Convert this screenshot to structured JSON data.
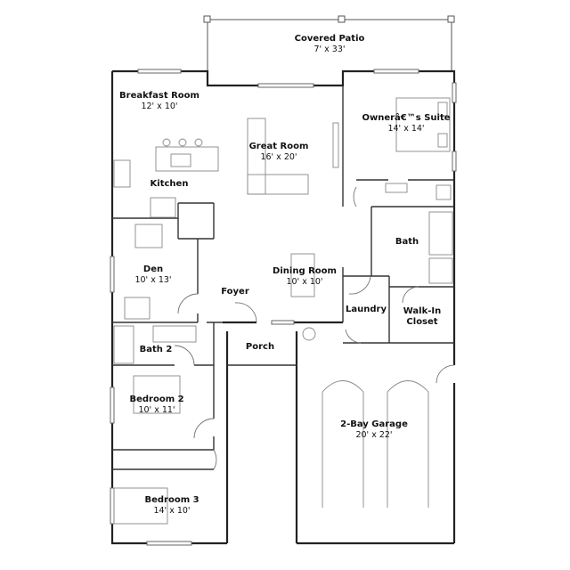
{
  "rooms": {
    "covered_patio": {
      "name": "Covered Patio",
      "size": "7' x 33'"
    },
    "breakfast_room": {
      "name": "Breakfast Room",
      "size": "12' x 10'"
    },
    "owners_suite": {
      "name": "Ownerâ€™s Suite",
      "size": "14' x 14'"
    },
    "great_room": {
      "name": "Great Room",
      "size": "16' x 20'"
    },
    "kitchen": {
      "name": "Kitchen",
      "size": ""
    },
    "bath": {
      "name": "Bath",
      "size": ""
    },
    "den": {
      "name": "Den",
      "size": "10' x 13'"
    },
    "dining_room": {
      "name": "Dining Room",
      "size": "10' x 10'"
    },
    "foyer": {
      "name": "Foyer",
      "size": ""
    },
    "laundry": {
      "name": "Laundry",
      "size": ""
    },
    "walk_in_closet": {
      "name": "Walk-In",
      "size": "Closet"
    },
    "bath_2": {
      "name": "Bath 2",
      "size": ""
    },
    "porch": {
      "name": "Porch",
      "size": ""
    },
    "bedroom_2": {
      "name": "Bedroom 2",
      "size": "10' x 11'"
    },
    "two_bay_garage": {
      "name": "2-Bay Garage",
      "size": "20' x 22'"
    },
    "bedroom_3": {
      "name": "Bedroom 3",
      "size": "14' x 10'"
    }
  }
}
